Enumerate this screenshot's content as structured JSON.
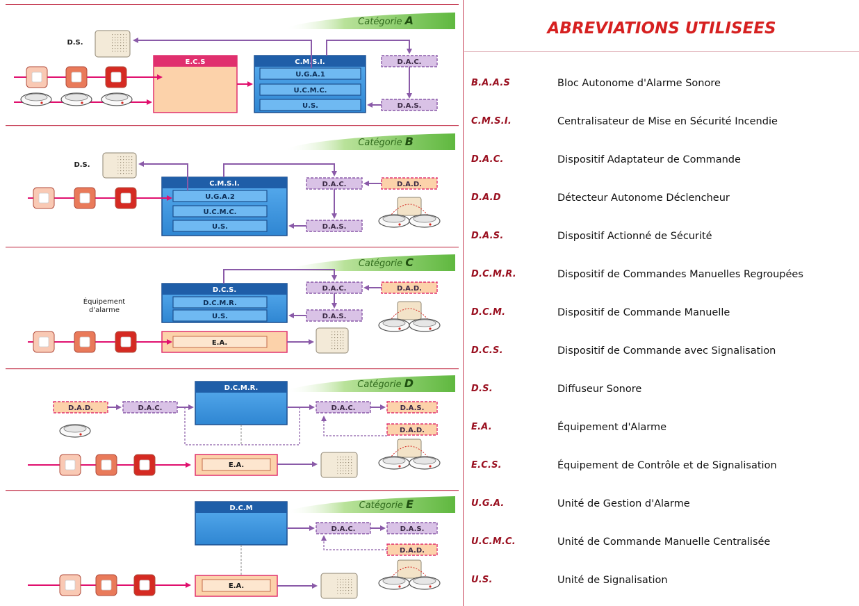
{
  "abbreviations": {
    "title": "ABREVIATIONS UTILISEES",
    "items": [
      {
        "code": "B.A.A.S",
        "definition": "Bloc Autonome d'Alarme Sonore"
      },
      {
        "code": "C.M.S.I.",
        "definition": "Centralisateur de Mise en Sécurité Incendie"
      },
      {
        "code": "D.A.C.",
        "definition": "Dispositif Adaptateur de Commande"
      },
      {
        "code": "D.A.D",
        "definition": "Détecteur Autonome Déclencheur"
      },
      {
        "code": "D.A.S.",
        "definition": "Dispositif Actionné de Sécurité"
      },
      {
        "code": "D.C.M.R.",
        "definition": "Dispositif de Commandes Manuelles Regroupées"
      },
      {
        "code": "D.C.M.",
        "definition": "Dispositif de Commande Manuelle"
      },
      {
        "code": "D.C.S.",
        "definition": "Dispositif de Commande avec Signalisation"
      },
      {
        "code": "D.S.",
        "definition": "Diffuseur Sonore"
      },
      {
        "code": "E.A.",
        "definition": "Équipement d'Alarme"
      },
      {
        "code": "E.C.S.",
        "definition": "Équipement de Contrôle et de Signalisation"
      },
      {
        "code": "U.G.A.",
        "definition": "Unité de Gestion d'Alarme"
      },
      {
        "code": "U.C.M.C.",
        "definition": "Unité de Commande Manuelle Centralisée"
      },
      {
        "code": "U.S.",
        "definition": "Unité de Signalisation"
      }
    ]
  },
  "diagrams": {
    "category_prefix": "Catégorie",
    "categories": [
      "A",
      "B",
      "C",
      "D",
      "E"
    ],
    "ds": "D.S.",
    "ecs": "E.C.S",
    "cmsi": "C.M.S.I.",
    "uga1": "U.G.A.1",
    "uga2": "U.G.A.2",
    "ucmc": "U.C.M.C.",
    "us": "U.S.",
    "dac": "D.A.C.",
    "das": "D.A.S.",
    "dad": "D.A.D.",
    "dcs": "D.C.S.",
    "dcmr": "D.C.M.R.",
    "dcm": "D.C.M",
    "ea": "E.A.",
    "equip_line1": "Équipement",
    "equip_line2": "d'alarme"
  },
  "colors": {
    "accent_red": "#d62020",
    "code_red": "#9a1020",
    "arrow_pink": "#e0106e",
    "arrow_purple": "#8a5aa8",
    "cmsi_blue": "#3a8fd6",
    "ecs_pink": "#e0306e",
    "peach": "#fcd2aa",
    "lilac": "#d9c2e6",
    "category_green": "#6cc04a"
  }
}
